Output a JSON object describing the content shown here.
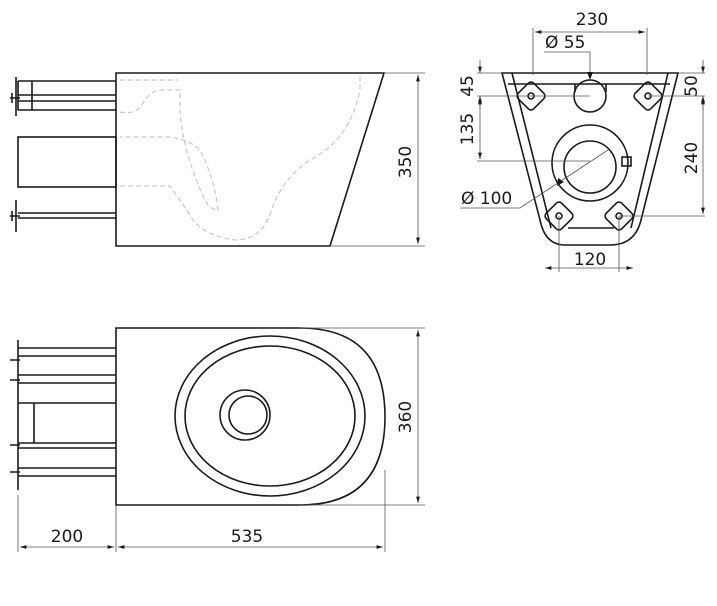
{
  "side_view": {
    "height_label": "350"
  },
  "front_view": {
    "width_label": "230",
    "inlet_diameter_label": "Ø 55",
    "top_offset_left_label": "45",
    "top_offset_right_label": "50",
    "left_height_label": "135",
    "right_height_label": "240",
    "outlet_diameter_label": "Ø 100",
    "bottom_width_label": "120"
  },
  "top_view": {
    "width_label": "360",
    "bracket_length_label": "200",
    "body_length_label": "535"
  }
}
